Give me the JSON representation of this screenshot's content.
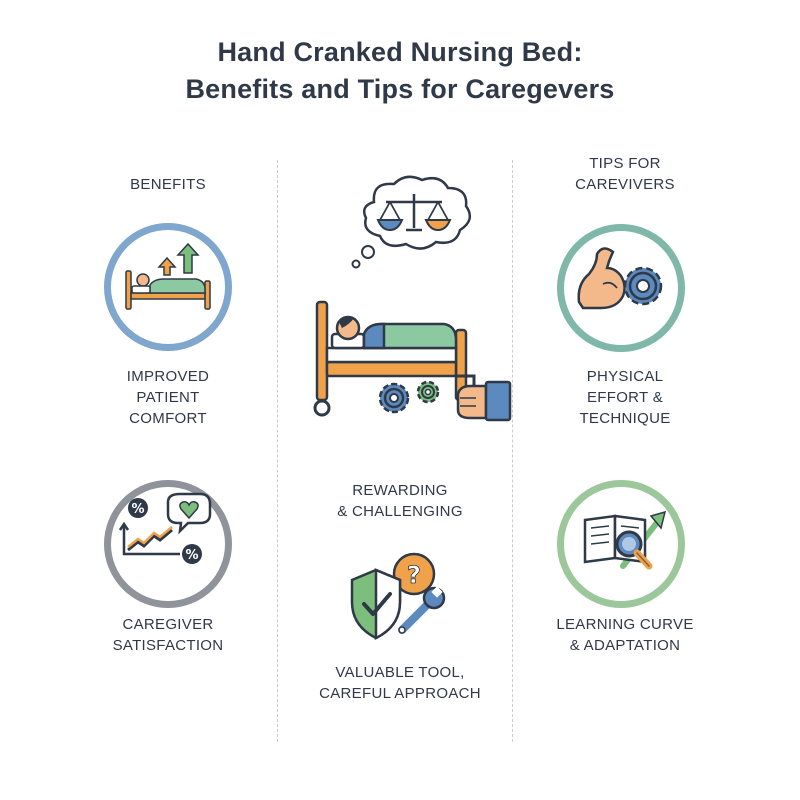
{
  "title": {
    "line1": "Hand Cranked Nursing Bed:",
    "line2": "Benefits and Tips for Caregevers"
  },
  "left_column": {
    "heading": "BENEFITS",
    "items": [
      {
        "lines": [
          "IMPROVED",
          "PATIENT",
          "COMFORT"
        ],
        "icon": "bed-with-arrows-icon",
        "ring_color": "#7fa6cc"
      },
      {
        "lines": [
          "CAREGIVER",
          "SATISFACTION"
        ],
        "icon": "chart-with-heart-icon",
        "ring_color": "#8f949a"
      }
    ]
  },
  "center_column": {
    "icon_top": "patient-bed-crank-icon",
    "label1": [
      "REWARDING",
      "& CHALLENGING"
    ],
    "icon_bottom": "shield-wrench-question-icon",
    "label2": [
      "VALUABLE TOOL,",
      "CAREFUL APPROACH"
    ]
  },
  "right_column": {
    "heading": [
      "TIPS FOR",
      "CAREVIVERS"
    ],
    "items": [
      {
        "lines": [
          "PHYSICAL",
          "EFFORT &",
          "TECHNIQUE"
        ],
        "icon": "muscle-gear-icon",
        "ring_color": "#7fb7a8"
      },
      {
        "lines": [
          "LEARNING CURVE",
          "& ADAPTATION"
        ],
        "icon": "book-magnifier-icon",
        "ring_color": "#9cc79a"
      }
    ]
  },
  "icon_text": {
    "percent": "%",
    "question": "?"
  },
  "colors": {
    "blue": "#5c89be",
    "green": "#7cbf7c",
    "orange": "#f0a24a",
    "dark": "#2f3947",
    "skin": "#f4b98a"
  }
}
